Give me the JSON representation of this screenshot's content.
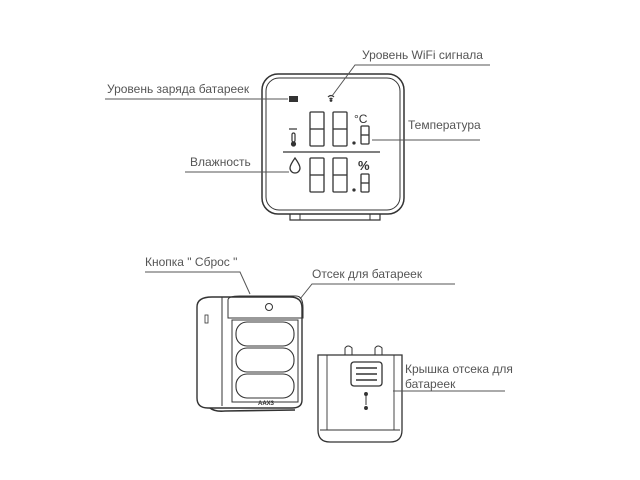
{
  "labels": {
    "wifi": "Уровень WiFi сигнала",
    "battery_level": "Уровень заряда батареек",
    "temperature": "Температура",
    "humidity": "Влажность",
    "reset_button": "Кнопка \" Сброс \"",
    "battery_compartment": "Отсек для батареек",
    "cover_line1": "Крышка отсека для",
    "cover_line2": "батареек"
  },
  "display": {
    "temp_unit": "°C",
    "humidity_unit": "%",
    "battery_marking": "AAX3"
  },
  "colors": {
    "line": "#555555",
    "text": "#555555",
    "outline": "#333333"
  }
}
